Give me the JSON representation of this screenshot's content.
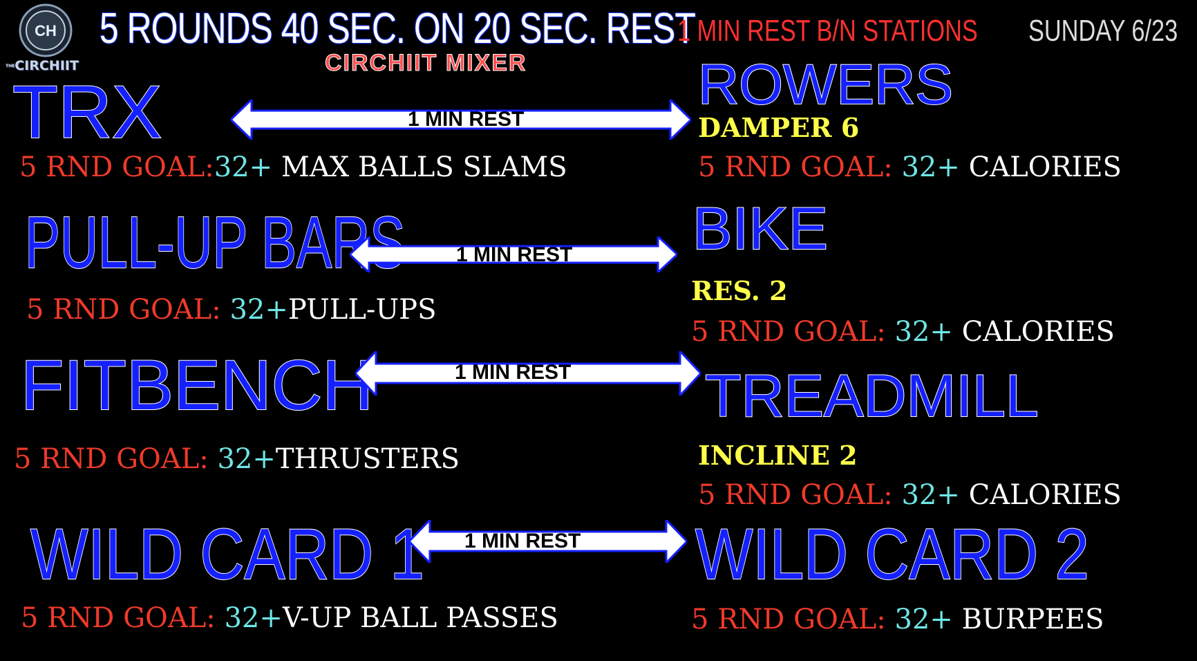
{
  "header": {
    "logo_mark": "CH",
    "logo_word_prefix": "THE",
    "logo_word": "CIRCHIIT",
    "main": "5 ROUNDS 40 SEC. ON 20 SEC. REST",
    "subtitle": "CIRCHIIT MIXER",
    "station_rest": "1 MIN REST B/N STATIONS",
    "day": "SUNDAY 6/23"
  },
  "arrow_label": "1 MIN REST",
  "stations": {
    "trx": {
      "name": "TRX",
      "goal_label": "5 RND GOAL:",
      "goal_num": "32+",
      "goal_ex": " MAX BALLS SLAMS"
    },
    "rowers": {
      "name": "ROWERS",
      "setting": "DAMPER 6",
      "goal_label": "5 RND GOAL: ",
      "goal_num": "32+",
      "goal_ex": " CALORIES"
    },
    "pullup": {
      "name": "PULL-UP BARS",
      "goal_label": "5 RND GOAL: ",
      "goal_num": "32+",
      "goal_ex": "PULL-UPS"
    },
    "bike": {
      "name": "BIKE",
      "setting": "RES. 2",
      "goal_label": "5 RND GOAL: ",
      "goal_num": "32+",
      "goal_ex": " CALORIES"
    },
    "fitbench": {
      "name": "FITBENCH",
      "goal_label": "5 RND GOAL: ",
      "goal_num": "32+",
      "goal_ex": "THRUSTERS"
    },
    "treadmill": {
      "name": "TREADMILL",
      "setting": "INCLINE 2",
      "goal_label": "5 RND GOAL: ",
      "goal_num": "32+",
      "goal_ex": " CALORIES"
    },
    "wild1": {
      "name": "WILD CARD 1",
      "goal_label": "5 RND GOAL: ",
      "goal_num": "32+",
      "goal_ex": "V-UP BALL PASSES"
    },
    "wild2": {
      "name": "WILD CARD 2",
      "goal_label": "5 RND GOAL: ",
      "goal_num": "32+",
      "goal_ex": " BURPEES"
    }
  },
  "colors": {
    "background": "#000000",
    "station_blue": "#1520ff",
    "goal_red": "#f03a2a",
    "goal_cyan": "#6fe6e6",
    "setting_yellow": "#ffff4a"
  }
}
